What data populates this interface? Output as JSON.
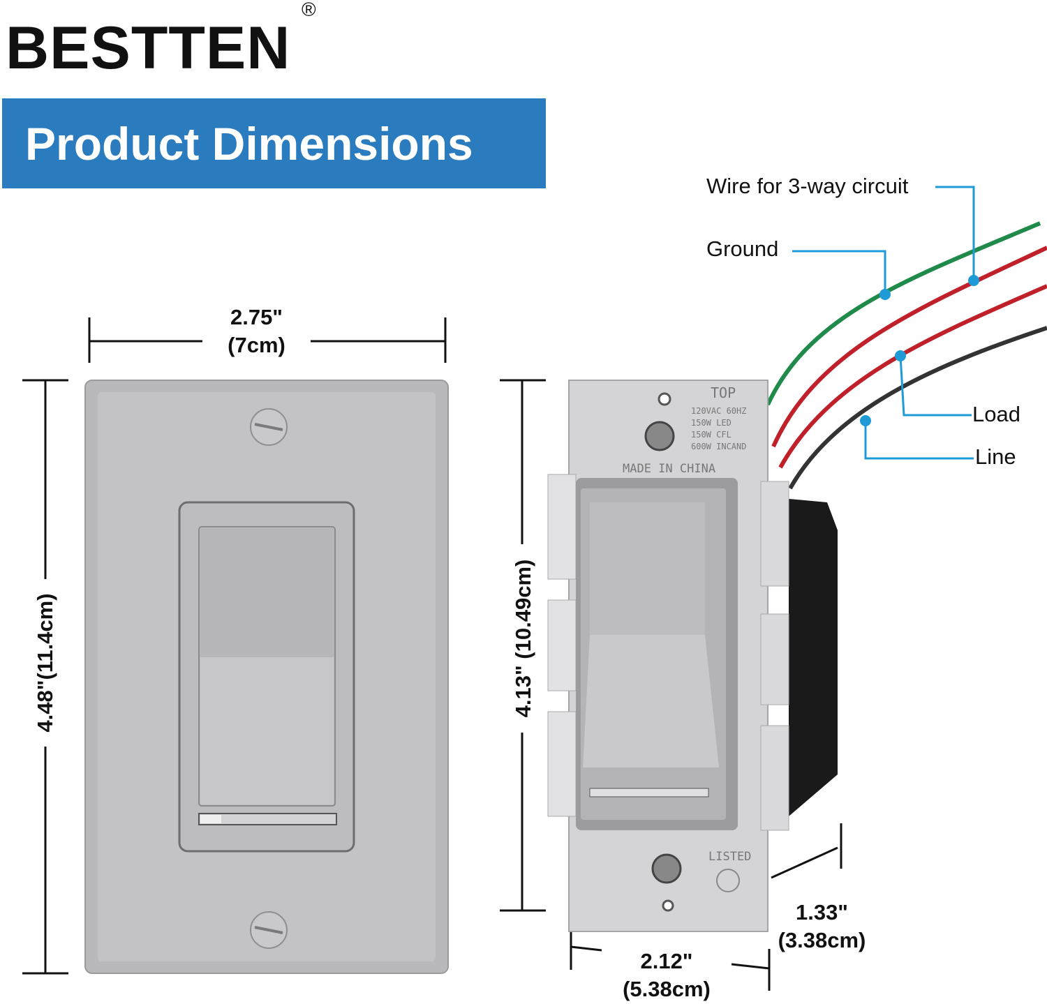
{
  "brand": {
    "name": "BESTTEN",
    "registered_mark": "®"
  },
  "banner": {
    "title": "Product Dimensions"
  },
  "wall_plate": {
    "width_in": "2.75\"",
    "width_cm": "(7cm)",
    "height_label": "4.48\"(11.4cm)"
  },
  "switch": {
    "height_label": "4.13\" (10.49cm)",
    "width_in": "2.12\"",
    "width_cm": "(5.38cm)",
    "depth_in": "1.33\"",
    "depth_cm": "(3.38cm)",
    "strap_text": {
      "top": "TOP",
      "ratings": [
        "120VAC  60HZ",
        "150W   LED",
        "150W   CFL",
        "600W   INCAND"
      ],
      "origin": "MADE IN CHINA",
      "listed": "LISTED"
    }
  },
  "wires": {
    "three_way": "Wire for 3-way circuit",
    "ground": "Ground",
    "load": "Load",
    "line": "Line",
    "colors": {
      "ground": "#1f8a4a",
      "red": "#c0202a",
      "line": "#333333",
      "callout": "#1e9ad6"
    }
  }
}
